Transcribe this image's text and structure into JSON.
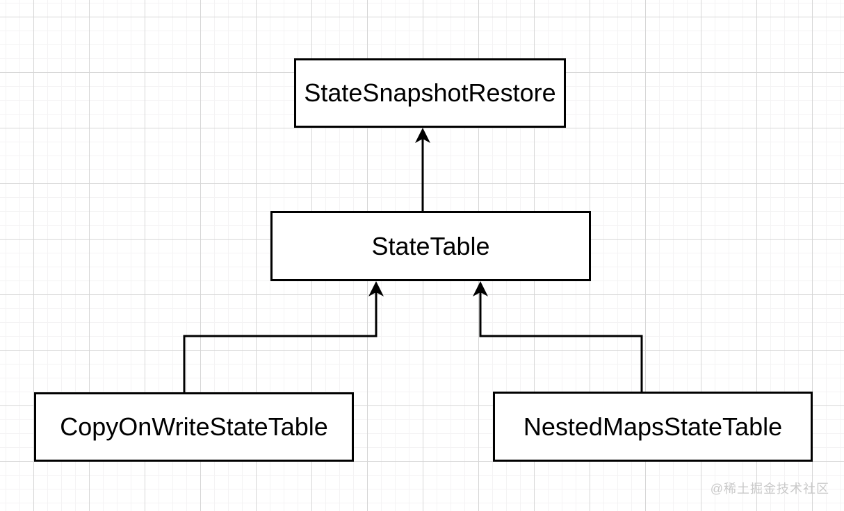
{
  "diagram": {
    "type": "class-hierarchy",
    "nodes": [
      {
        "id": "StateSnapshotRestore",
        "label": "StateSnapshotRestore"
      },
      {
        "id": "StateTable",
        "label": "StateTable"
      },
      {
        "id": "CopyOnWriteStateTable",
        "label": "CopyOnWriteStateTable"
      },
      {
        "id": "NestedMapsStateTable",
        "label": "NestedMapsStateTable"
      }
    ],
    "edges": [
      {
        "from": "StateTable",
        "to": "StateSnapshotRestore",
        "style": "solid",
        "arrowhead": "filled-triangle"
      },
      {
        "from": "CopyOnWriteStateTable",
        "to": "StateTable",
        "style": "solid",
        "arrowhead": "filled-triangle"
      },
      {
        "from": "NestedMapsStateTable",
        "to": "StateTable",
        "style": "solid",
        "arrowhead": "filled-triangle"
      }
    ],
    "colors": {
      "node_fill": "#ffffff",
      "node_border": "#000000",
      "node_text": "#000000",
      "connector": "#000000",
      "background": "#ffffff",
      "grid_minor": "#f4f3f4",
      "grid_major": "#d6d6d6",
      "watermark": "#c9c9c9"
    }
  },
  "watermark": {
    "text": "@稀土掘金技术社区"
  }
}
